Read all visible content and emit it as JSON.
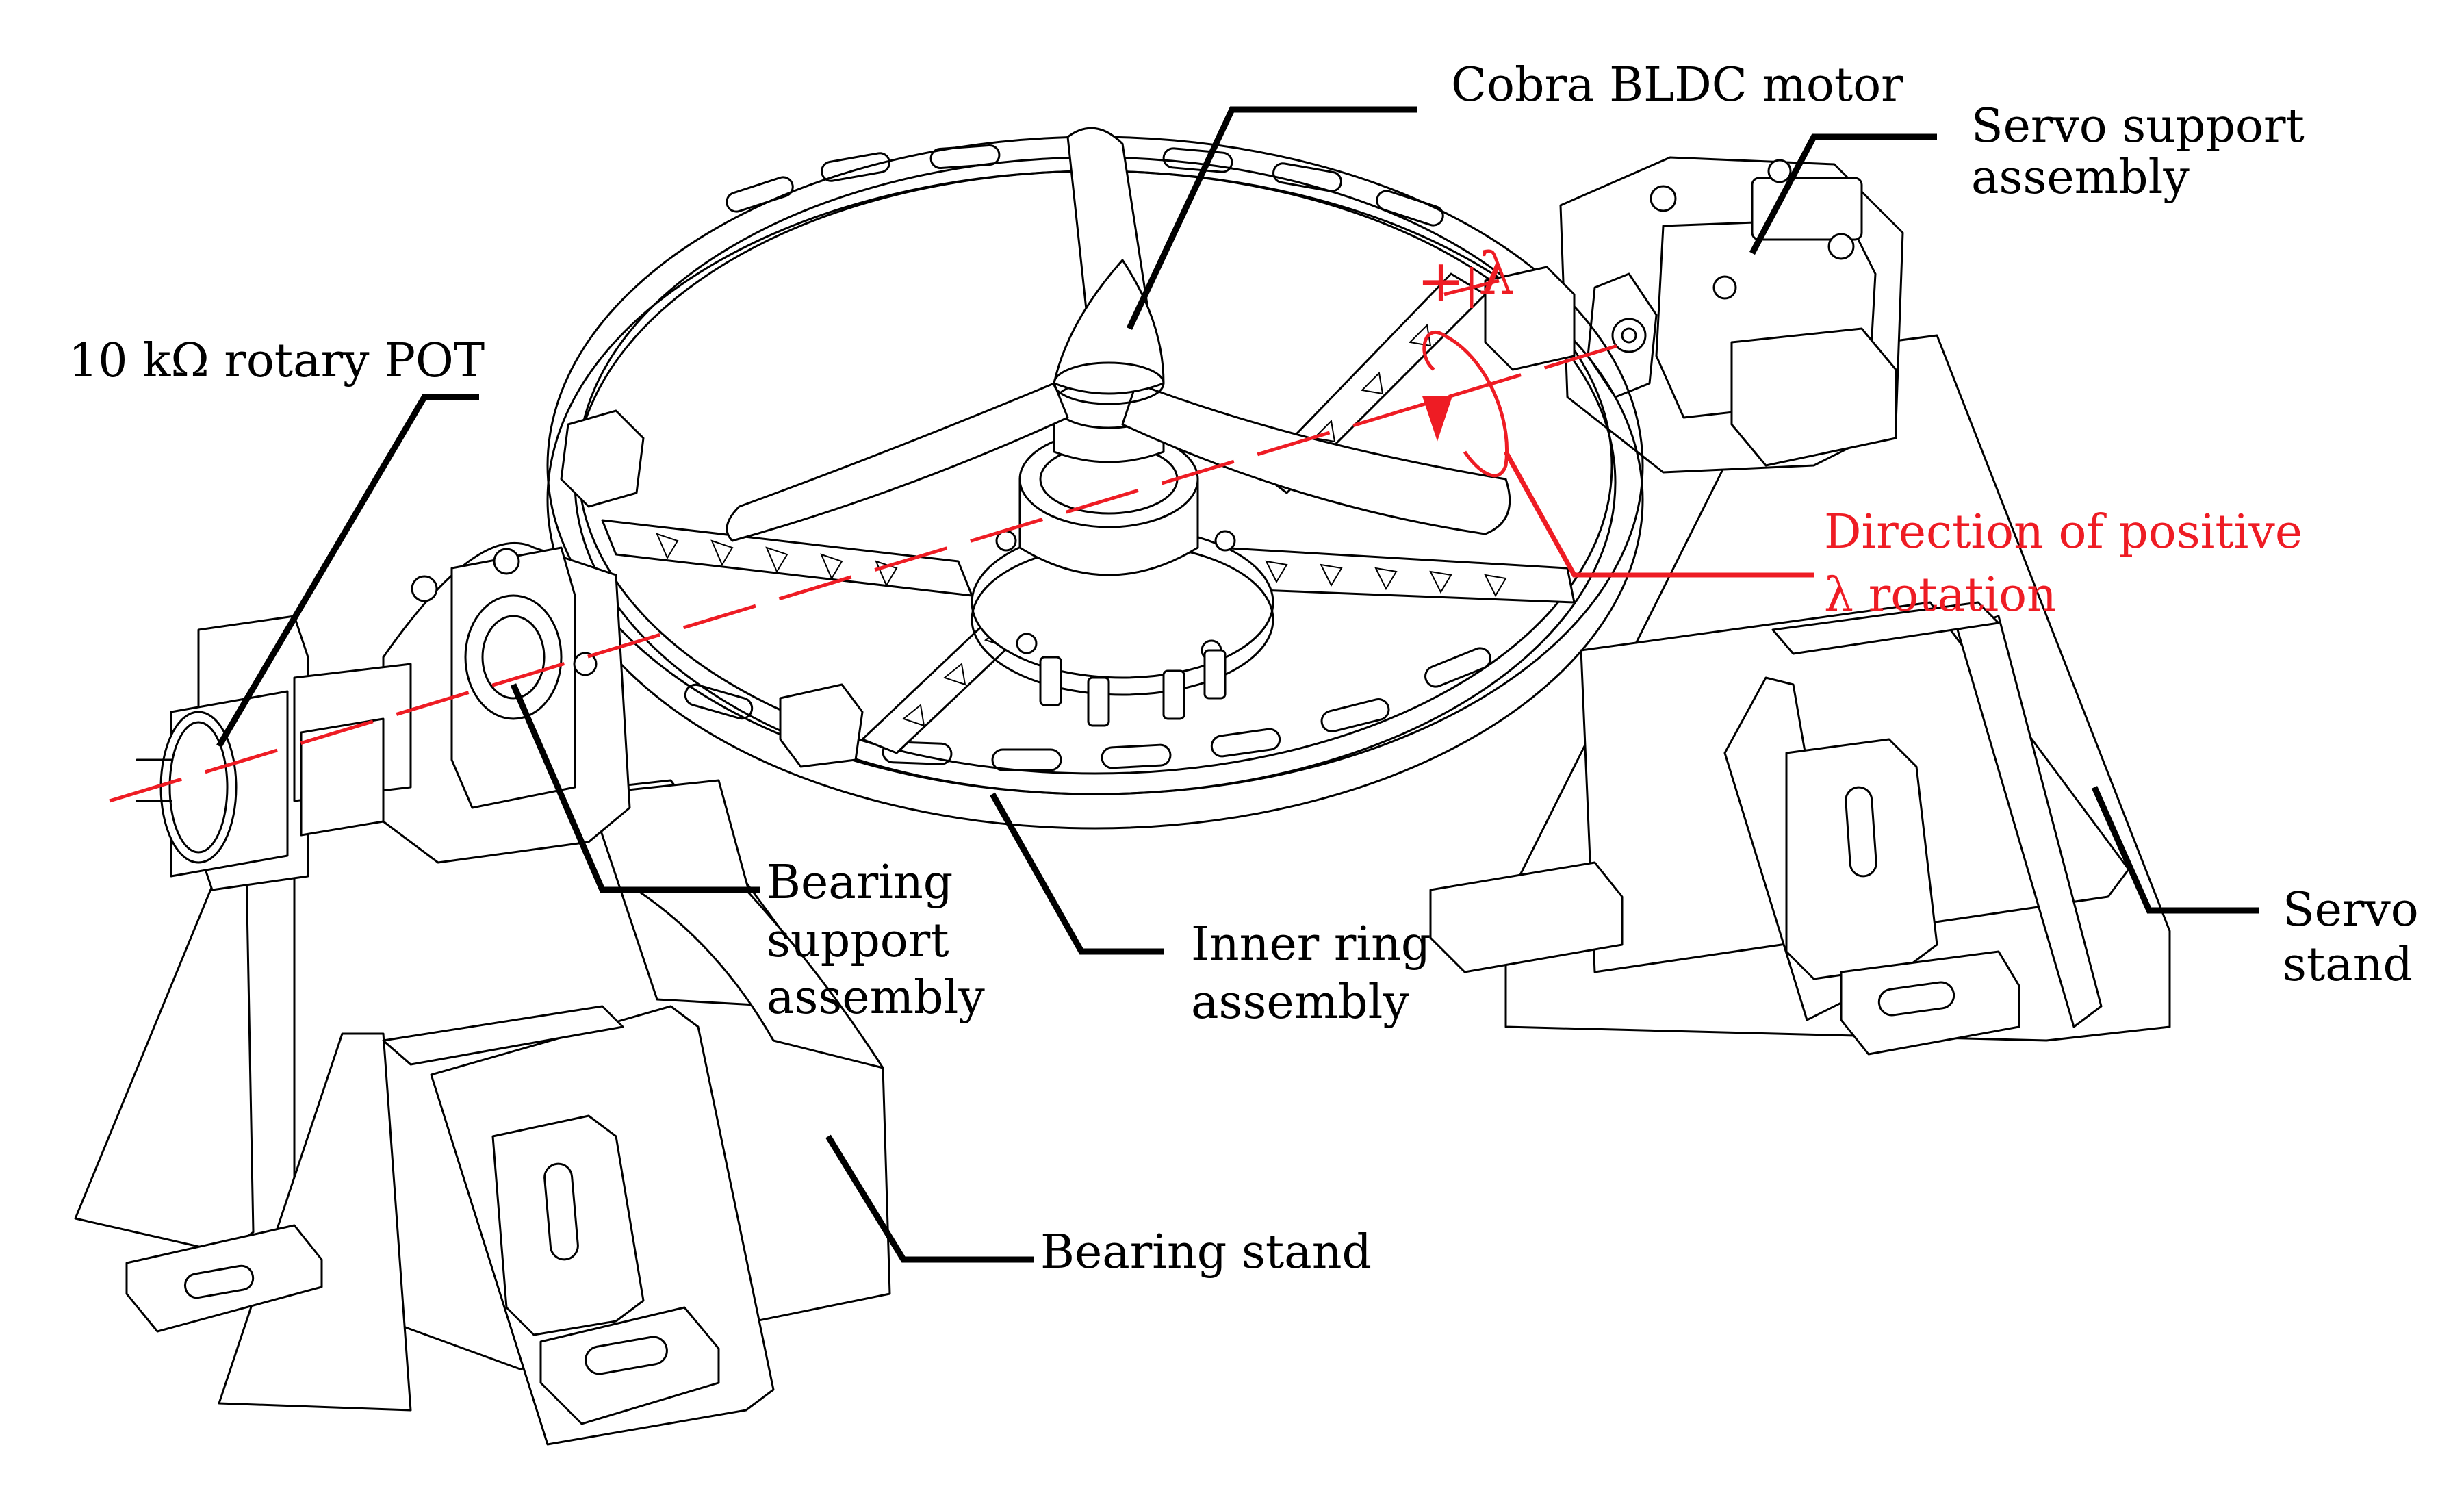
{
  "labels": {
    "motor": "Cobra BLDC motor",
    "servo_support_l1": "Servo support",
    "servo_support_l2": "assembly",
    "pot": "10 kΩ rotary POT",
    "direction_l1": "Direction of positive",
    "direction_l2": "λ rotation",
    "bearing_support_l1": "Bearing",
    "bearing_support_l2": "support",
    "bearing_support_l3": "assembly",
    "inner_ring_l1": "Inner ring",
    "inner_ring_l2": "assembly",
    "servo_stand_l1": "Servo",
    "servo_stand_l2": "stand",
    "bearing_stand": "Bearing stand",
    "plus_sign": "+",
    "lambda": "λ"
  },
  "colors": {
    "line": "#000000",
    "annotation": "#ee1c24",
    "background": "#ffffff"
  }
}
